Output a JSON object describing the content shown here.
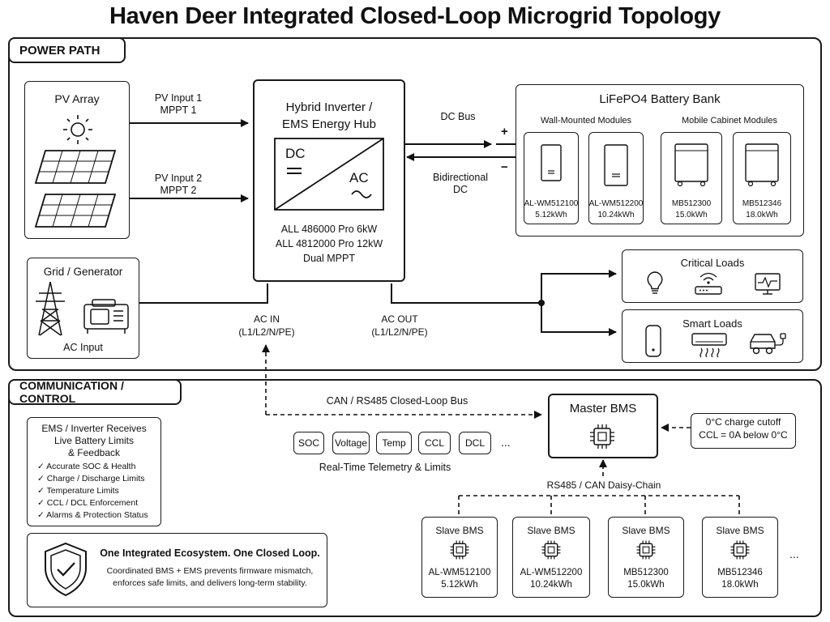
{
  "title": "Haven Deer Integrated Closed-Loop Microgrid Topology",
  "sections": {
    "power_path": "POWER PATH",
    "communication": "COMMUNICATION / CONTROL"
  },
  "pv": {
    "title": "PV Array",
    "input1": "PV Input 1\nMPPT 1",
    "input2": "PV Input 2\nMPPT 2"
  },
  "grid": {
    "title": "Grid / Generator",
    "label": "AC Input"
  },
  "inverter": {
    "title": "Hybrid Inverter /\nEMS Energy Hub",
    "dc": "DC",
    "ac": "AC",
    "models": "ALL 486000 Pro 6kW\nALL 4812000 Pro 12kW\nDual MPPT",
    "ac_in": "AC IN\n(L1/L2/N/PE)",
    "ac_out": "AC OUT\n(L1/L2/N/PE)"
  },
  "dc_bus": {
    "label": "DC Bus",
    "plus": "+",
    "minus": "−",
    "bidirectional": "Bidirectional\nDC"
  },
  "battery_bank": {
    "title": "LiFePO4 Battery Bank",
    "wall_label": "Wall-Mounted Modules",
    "cabinet_label": "Mobile Cabinet Modules",
    "modules": [
      {
        "model": "AL-WM512100",
        "capacity": "5.12kWh"
      },
      {
        "model": "AL-WM512200",
        "capacity": "10.24kWh"
      },
      {
        "model": "MB512300",
        "capacity": "15.0kWh"
      },
      {
        "model": "MB512346",
        "capacity": "18.0kWh"
      }
    ]
  },
  "loads": {
    "critical": "Critical Loads",
    "smart": "Smart Loads"
  },
  "comm": {
    "bus_label": "CAN / RS485 Closed-Loop Bus",
    "telemetry": [
      "SOC",
      "Voltage",
      "Temp",
      "CCL",
      "DCL"
    ],
    "ellipsis": "...",
    "telemetry_caption": "Real-Time Telemetry & Limits",
    "master": "Master BMS",
    "cutoff": "0°C charge cutoff\nCCL = 0A below 0°C",
    "daisy": "RS485 / CAN Daisy-Chain",
    "slave_label": "Slave BMS",
    "slaves": [
      {
        "model": "AL-WM512100",
        "capacity": "5.12kWh"
      },
      {
        "model": "AL-WM512200",
        "capacity": "10.24kWh"
      },
      {
        "model": "MB512300",
        "capacity": "15.0kWh"
      },
      {
        "model": "MB512346",
        "capacity": "18.0kWh"
      }
    ]
  },
  "ems_box": {
    "title": "EMS / Inverter Receives\nLive Battery Limits\n& Feedback",
    "items": [
      "Accurate SOC & Health",
      "Charge / Discharge Limits",
      "Temperature Limits",
      "CCL / DCL Enforcement",
      "Alarms & Protection Status"
    ]
  },
  "ecosystem": {
    "headline": "One Integrated Ecosystem. One Closed Loop.",
    "body": "Coordinated BMS + EMS prevents firmware mismatch,\nenforces safe limits, and delivers long-term stability."
  }
}
